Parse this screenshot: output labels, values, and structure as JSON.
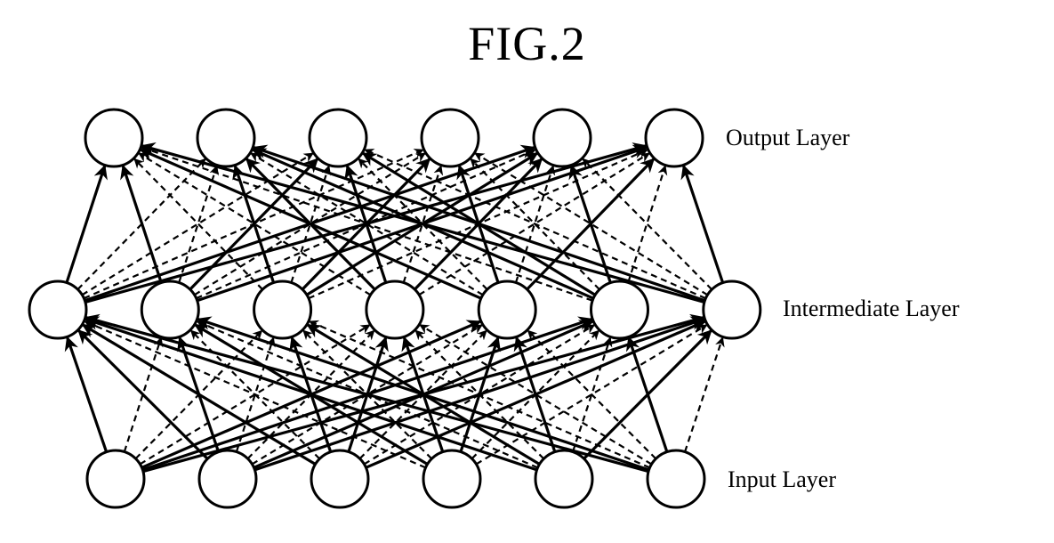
{
  "figure": {
    "title": "FIG.2",
    "labels": {
      "output": "Output Layer",
      "intermediate": "Intermediate Layer",
      "input": "Input Layer"
    }
  },
  "network": {
    "layers": [
      {
        "name": "input",
        "node_count": 6
      },
      {
        "name": "intermediate",
        "node_count": 7
      },
      {
        "name": "output",
        "node_count": 6
      }
    ],
    "connectivity": "fully-connected",
    "edge_direction": "upward (input to intermediate to output)",
    "edge_styles": [
      "solid",
      "dashed"
    ],
    "input_to_intermediate_solid": [
      [
        0,
        0
      ],
      [
        0,
        4
      ],
      [
        0,
        5
      ],
      [
        0,
        6
      ],
      [
        1,
        0
      ],
      [
        1,
        1
      ],
      [
        1,
        5
      ],
      [
        1,
        6
      ],
      [
        2,
        0
      ],
      [
        2,
        2
      ],
      [
        2,
        3
      ],
      [
        2,
        6
      ],
      [
        3,
        1
      ],
      [
        3,
        3
      ],
      [
        3,
        4
      ],
      [
        4,
        0
      ],
      [
        4,
        2
      ],
      [
        4,
        4
      ],
      [
        4,
        6
      ],
      [
        5,
        0
      ],
      [
        5,
        1
      ],
      [
        5,
        5
      ]
    ],
    "intermediate_to_output_solid": [
      [
        0,
        0
      ],
      [
        0,
        4
      ],
      [
        0,
        5
      ],
      [
        1,
        0
      ],
      [
        1,
        2
      ],
      [
        1,
        5
      ],
      [
        2,
        1
      ],
      [
        2,
        3
      ],
      [
        2,
        4
      ],
      [
        3,
        1
      ],
      [
        3,
        2
      ],
      [
        3,
        4
      ],
      [
        4,
        3
      ],
      [
        4,
        5
      ],
      [
        4,
        0
      ],
      [
        5,
        1
      ],
      [
        5,
        2
      ],
      [
        5,
        4
      ],
      [
        6,
        5
      ],
      [
        6,
        0
      ],
      [
        6,
        1
      ]
    ]
  }
}
